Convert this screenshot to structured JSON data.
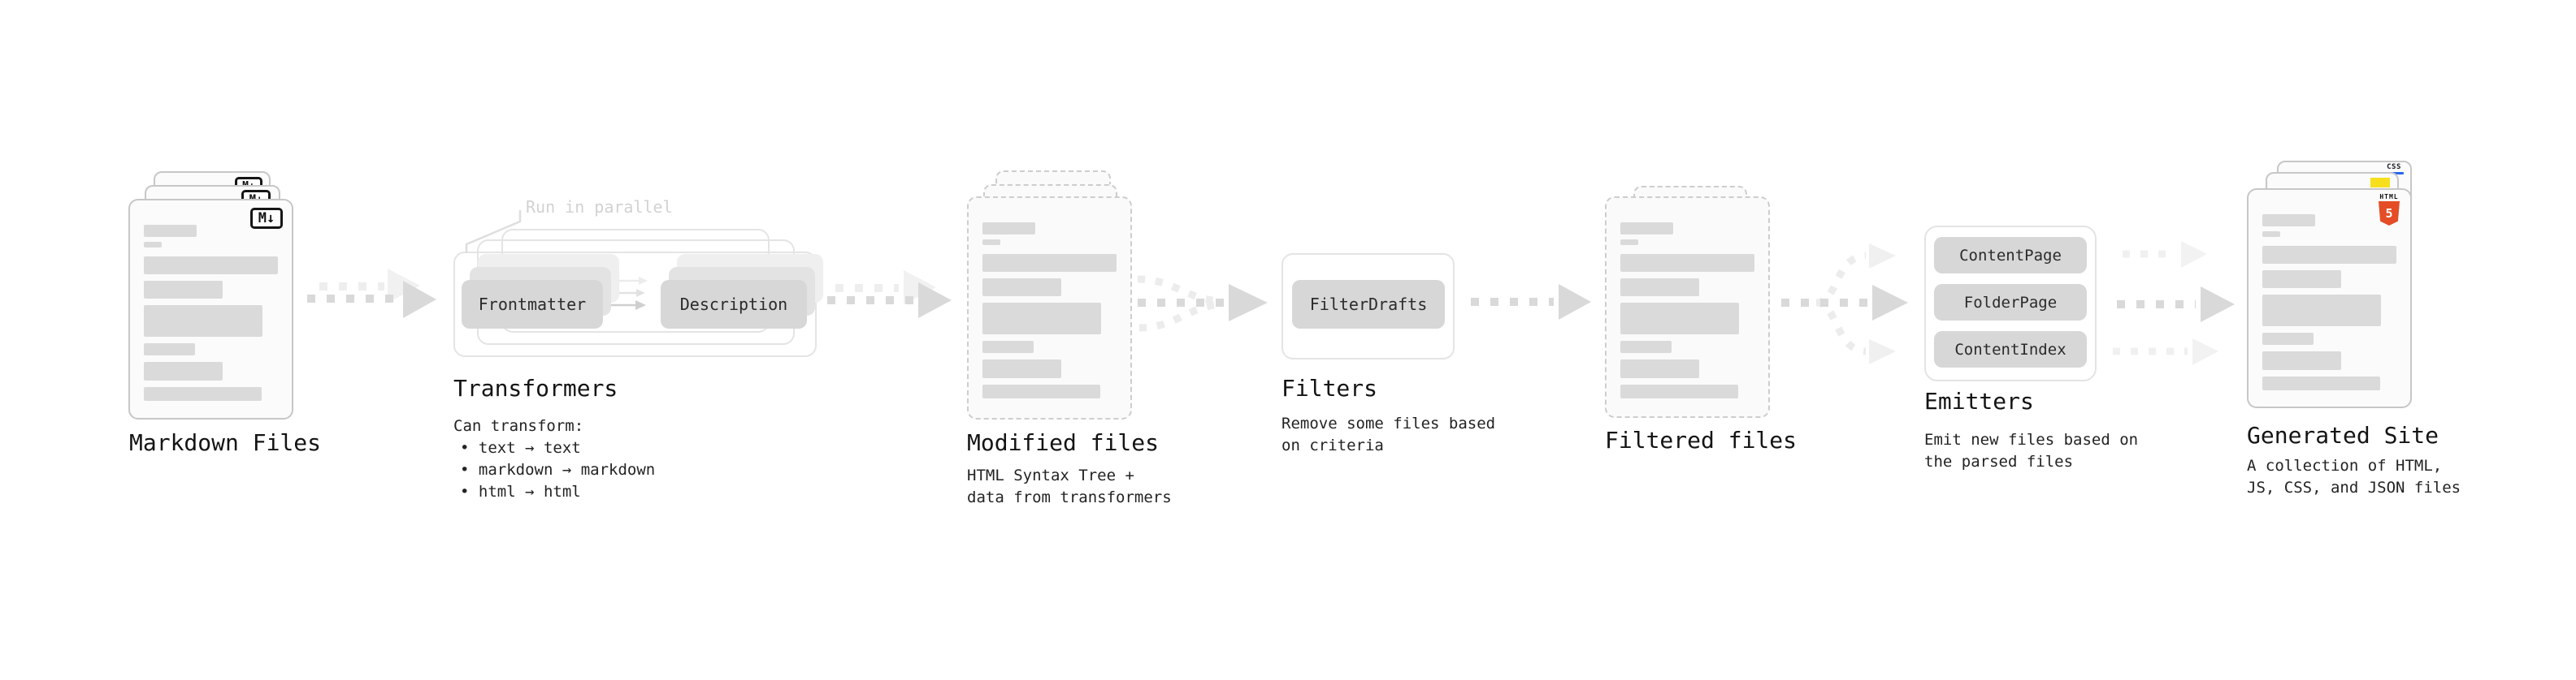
{
  "colors": {
    "arrow_main": "#d9d9d9",
    "arrow_echo": "#ededed",
    "arrow_light": "#eeeeee",
    "bar_grey": "#dadada",
    "pill_grey": "#d7d7d7",
    "css_blue": "#2965f1",
    "js_yellow": "#f7df1e",
    "html5_orange": "#e44d26"
  },
  "stages": {
    "markdown": {
      "title": "Markdown Files",
      "badge": "M↓"
    },
    "transformers": {
      "title": "Transformers",
      "note": "Run in parallel",
      "pill_left": "Frontmatter",
      "pill_right": "Description",
      "caption": "Can transform:",
      "bullets": [
        "• text → text",
        "• markdown → markdown",
        "• html → html"
      ]
    },
    "modified": {
      "title": "Modified files",
      "caption_lines": [
        "HTML Syntax Tree +",
        "data from transformers"
      ]
    },
    "filters": {
      "title": "Filters",
      "pill": "FilterDrafts",
      "caption_lines": [
        "Remove some files based",
        "on criteria"
      ]
    },
    "filtered": {
      "title": "Filtered files"
    },
    "emitters": {
      "title": "Emitters",
      "pills": [
        "ContentPage",
        "FolderPage",
        "ContentIndex"
      ],
      "caption_lines": [
        "Emit new files based on",
        "the parsed files"
      ]
    },
    "generated": {
      "title": "Generated Site",
      "caption_lines": [
        "A collection of HTML,",
        "JS, CSS, and JSON files"
      ],
      "badges": {
        "css": "CSS",
        "html_label": "HTML",
        "html_number": "5"
      }
    }
  }
}
